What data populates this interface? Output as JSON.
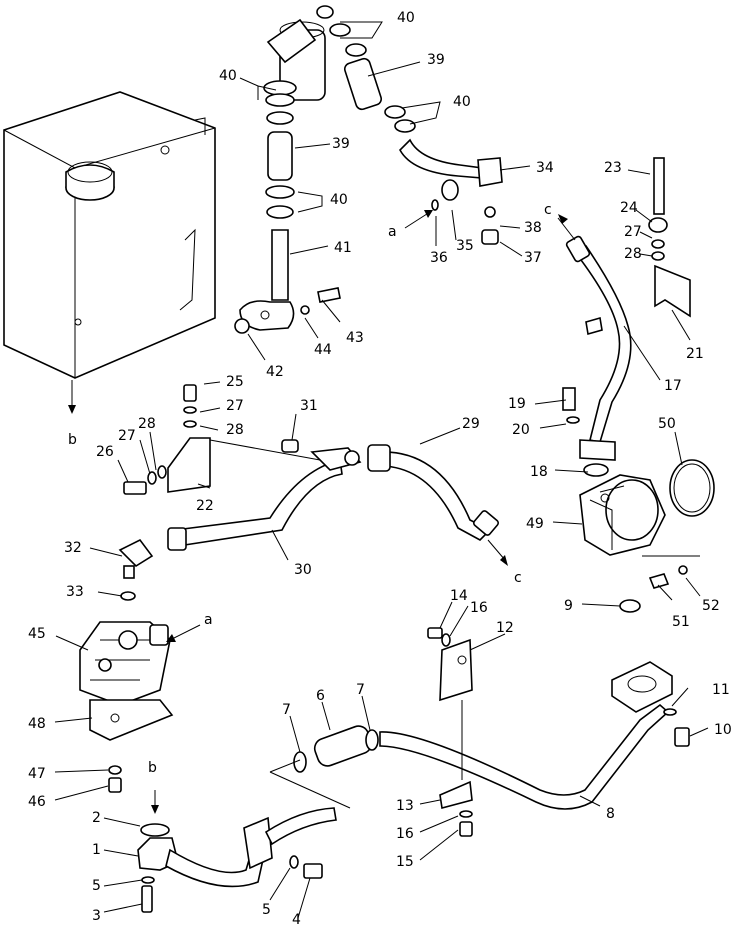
{
  "labels": {
    "n40a": "40",
    "n39a": "39",
    "n40b": "40",
    "n40c": "40",
    "n39b": "39",
    "n40d": "40",
    "n41": "41",
    "n34": "34",
    "n23": "23",
    "a_top": "a",
    "c_top": "c",
    "n36": "36",
    "n35": "35",
    "n38": "38",
    "n37": "37",
    "n24": "24",
    "n27a": "27",
    "n28a": "28",
    "n43": "43",
    "n42": "42",
    "n44": "44",
    "n21": "21",
    "n17": "17",
    "n25": "25",
    "n27b": "27",
    "n28b": "28",
    "n31": "31",
    "n29": "29",
    "n19": "19",
    "n20": "20",
    "n50": "50",
    "b_top": "b",
    "n27c": "27",
    "n28c": "28",
    "n26": "26",
    "n22": "22",
    "n18": "18",
    "n49": "49",
    "n32": "32",
    "n30": "30",
    "c_mid": "c",
    "n33": "33",
    "a_mid": "a",
    "n51": "51",
    "n52": "52",
    "n9": "9",
    "n14": "14",
    "n16a": "16",
    "n12": "12",
    "n45": "45",
    "n48": "48",
    "n7a": "7",
    "n6": "6",
    "n7b": "7",
    "n11": "11",
    "n10": "10",
    "n47": "47",
    "n46": "46",
    "b_low": "b",
    "n2": "2",
    "n13": "13",
    "n8": "8",
    "n16b": "16",
    "n1": "1",
    "n15": "15",
    "n5a": "5",
    "n5b": "5",
    "n4": "4",
    "n3": "3"
  }
}
